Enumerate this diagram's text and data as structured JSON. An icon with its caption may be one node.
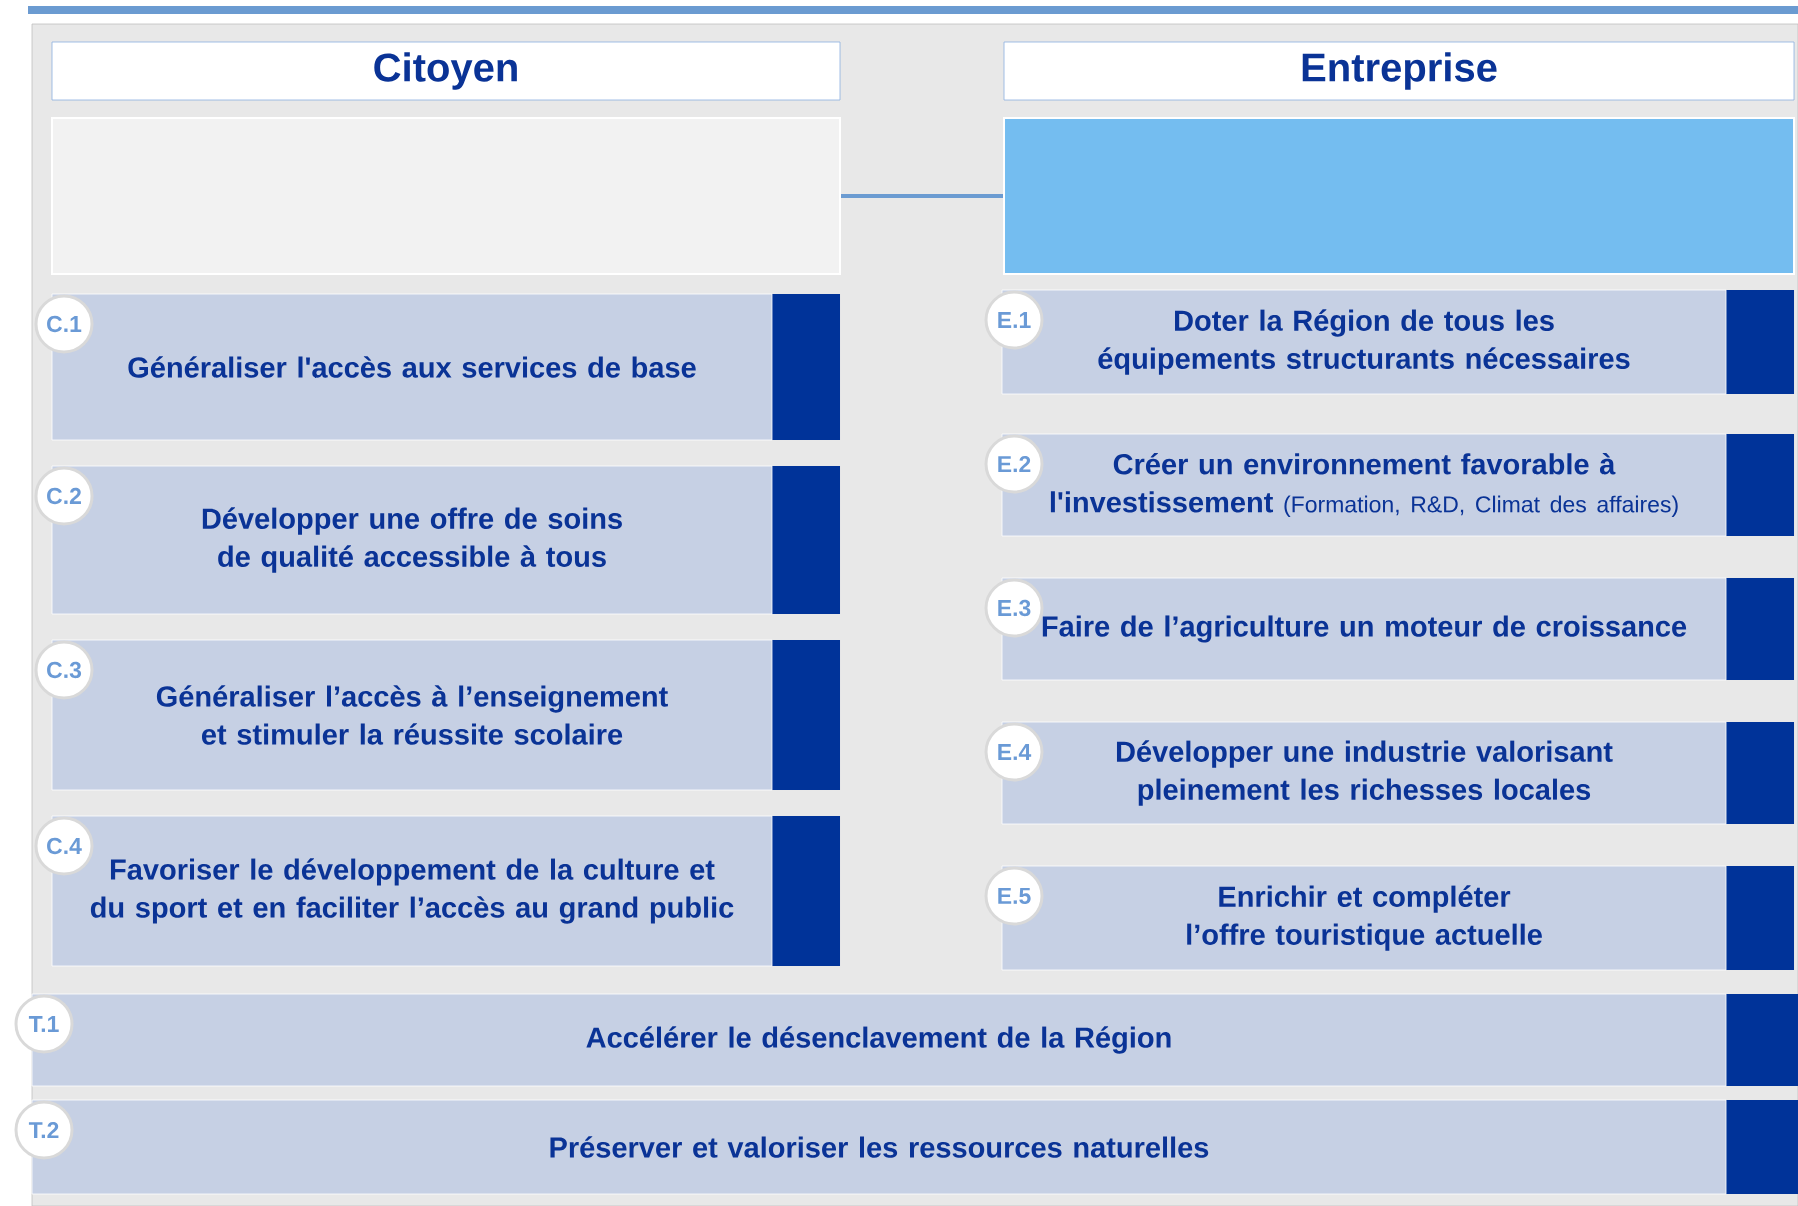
{
  "diagram": {
    "nodes": [
      {
        "text": [
          "Citoyen"
        ]
      },
      {
        "text": [
          "Entreprise"
        ]
      },
      {
        "text": [],
        "shape": "box"
      },
      {
        "text": [],
        "shape": "box"
      },
      {
        "text": [
          "C.1",
          "Généraliser l'accès aux services de base"
        ]
      },
      {
        "text": [
          "C.2",
          "Développer une offre de soins de qualité accessible à tous"
        ]
      },
      {
        "text": [
          "C.3",
          "Généraliser l’accès à l’enseignement et stimuler la réussite scolaire"
        ]
      },
      {
        "text": [
          "C.4",
          "Favoriser le développement de la culture et du sport et en faciliter l’accès au grand public"
        ]
      },
      {
        "text": [
          "E.1",
          "Doter la Région de tous les équipements structurants nécessaires"
        ]
      },
      {
        "text": [
          "E.2",
          "Créer un environnement favorable à l'investissement",
          "(Formation, R&D, Climat des affaires)"
        ]
      },
      {
        "text": [
          "E.3",
          "Faire de l’agriculture un moteur de croissance"
        ]
      },
      {
        "text": [
          "E.4",
          "Développer une industrie valorisant pleinement les richesses locales"
        ]
      },
      {
        "text": [
          "E.5",
          "Enrichir et compléter l’offre touristique actuelle"
        ]
      },
      {
        "text": [
          "T.1",
          "Accélérer le désenclavement de la Région"
        ]
      },
      {
        "text": [
          "T.2",
          "Préserver et valoriser les ressources naturelles"
        ]
      }
    ],
    "edges": [
      {
        "from": 2,
        "to": 3,
        "arrow": "none"
      }
    ]
  }
}
